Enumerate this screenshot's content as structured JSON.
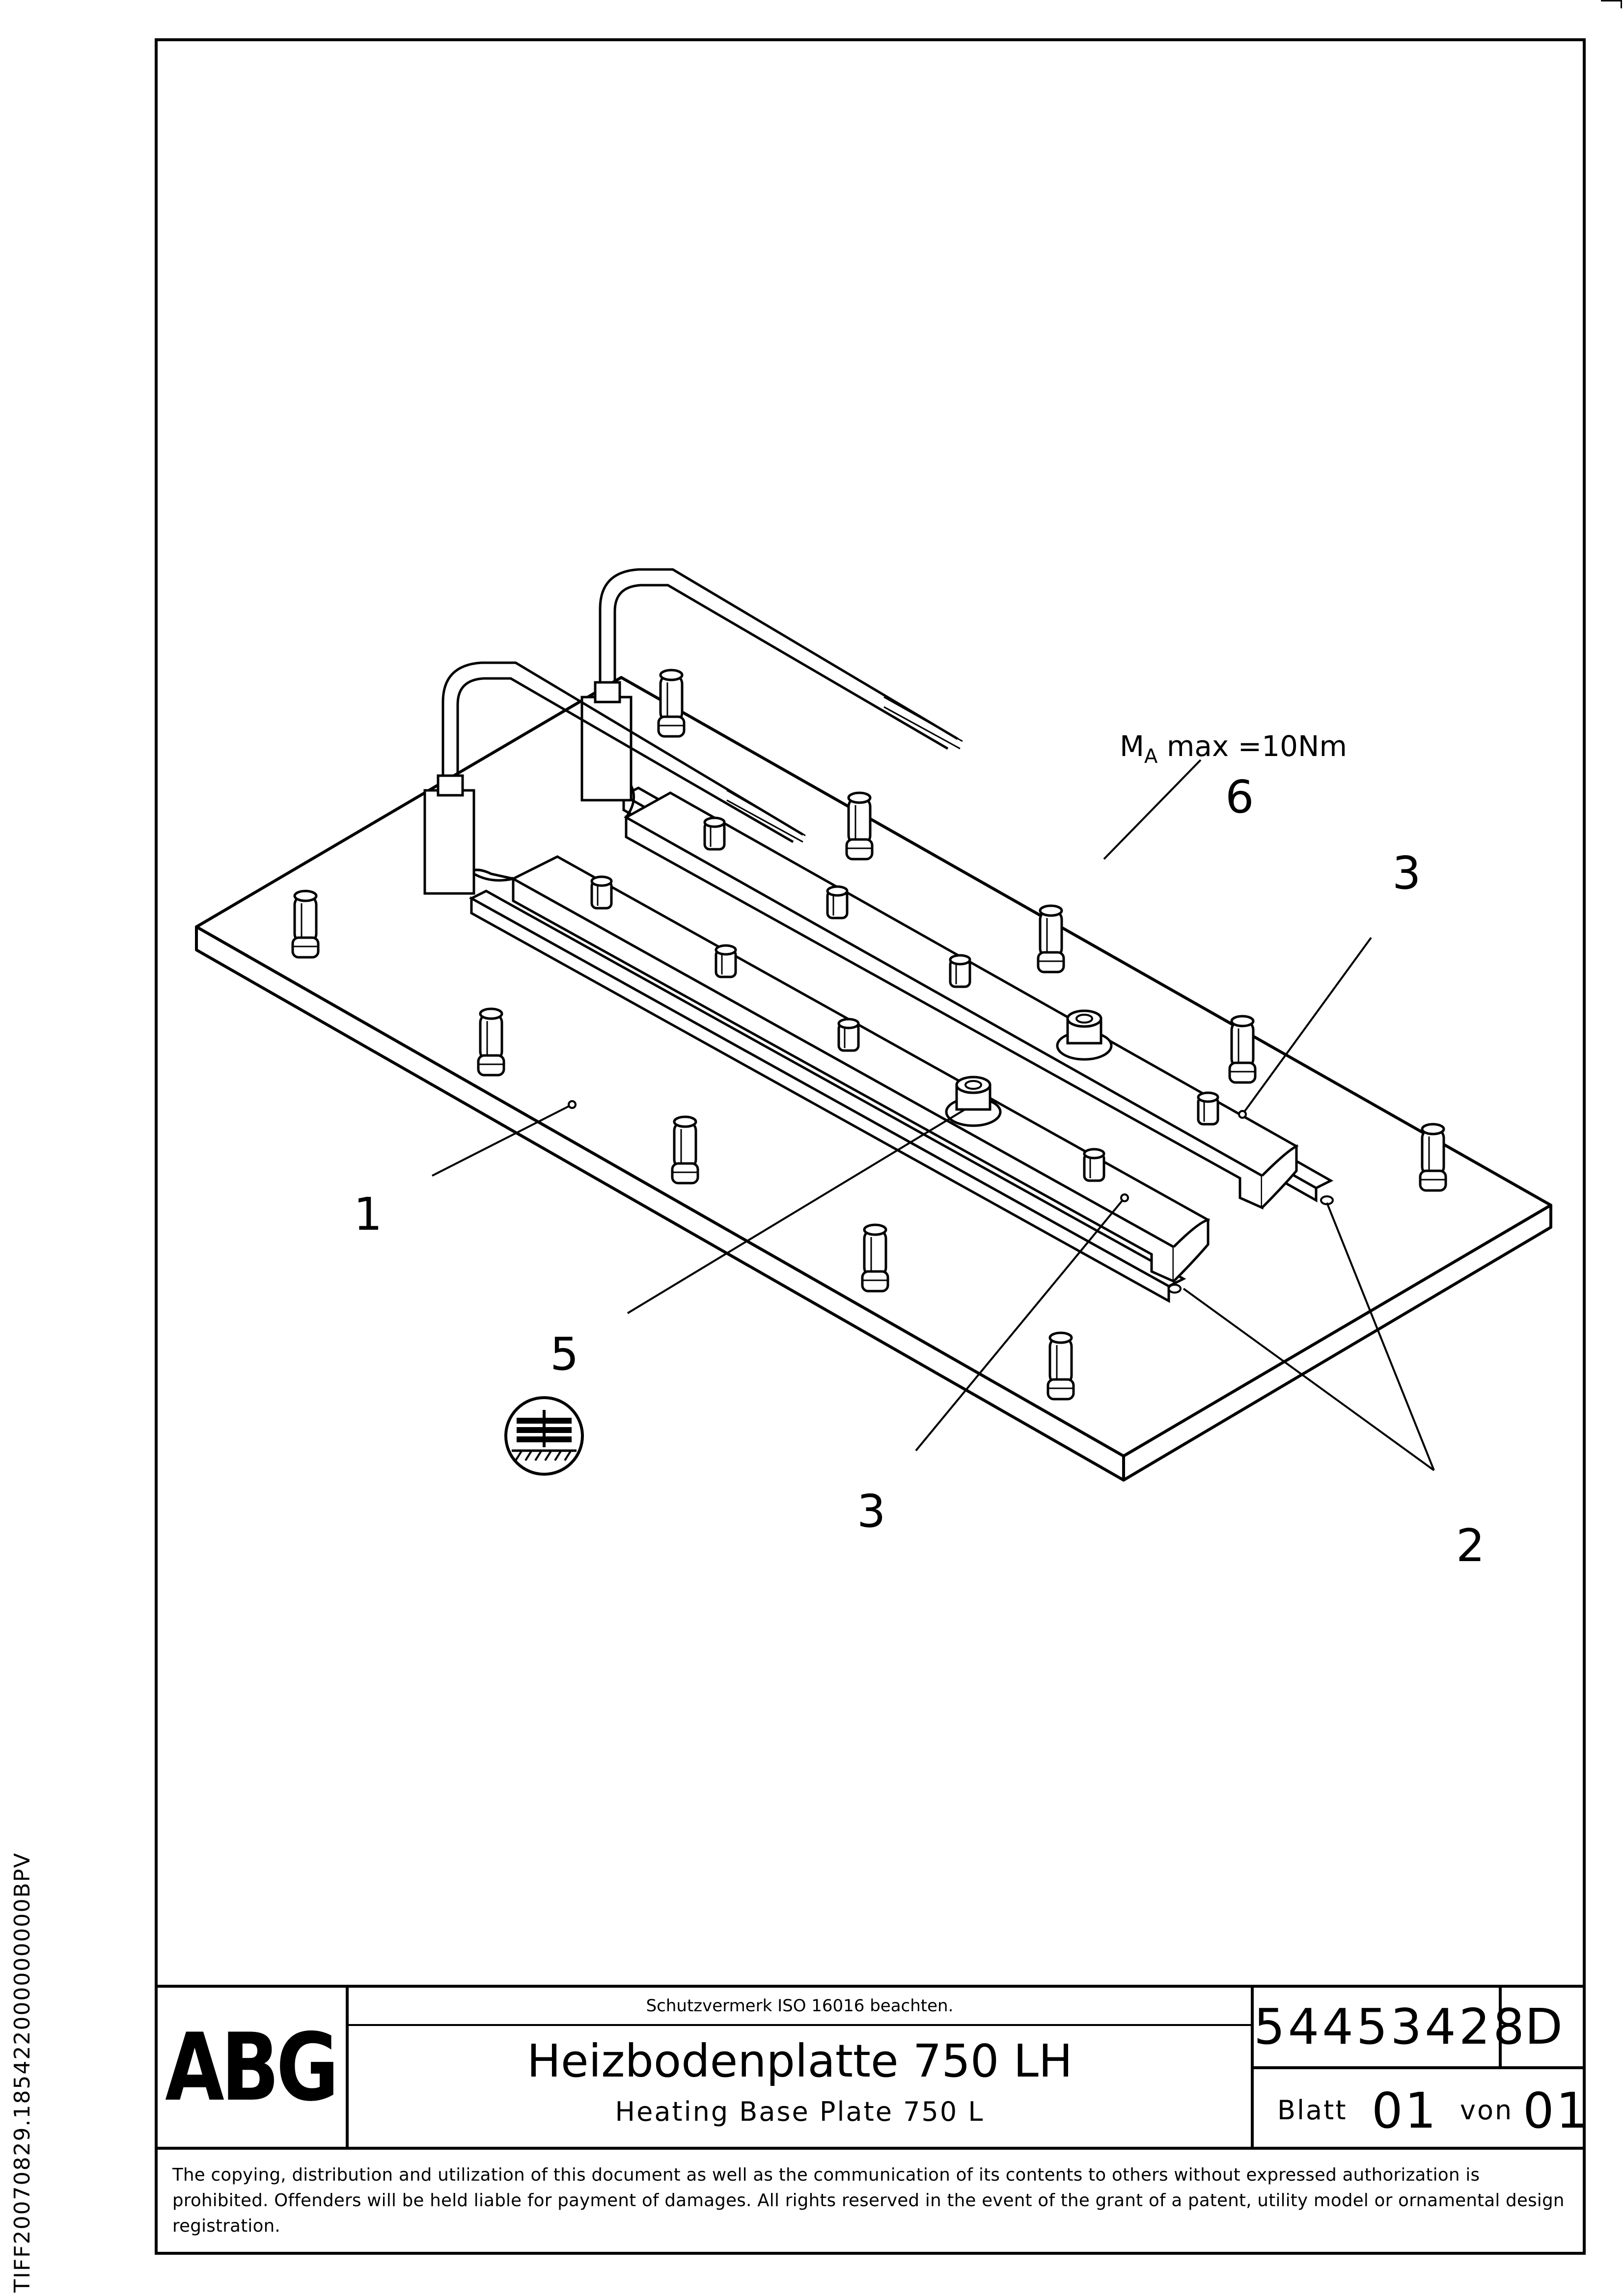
{
  "side_identifier": "TIFF20070829.185422000000000BPV",
  "annotation": {
    "torque_label_main": "M",
    "torque_label_sub": "A",
    "torque_label_rest": " max =10Nm"
  },
  "callouts": [
    "1",
    "2",
    "3",
    "3",
    "5",
    "6"
  ],
  "icons": {
    "material_symbol": "stacked-plates-symbol-icon"
  },
  "title_block": {
    "logo": "ABG",
    "notice": "Schutzvermerk ISO 16016 beachten.",
    "title_de": "Heizbodenplatte 750 LH",
    "title_en": "Heating Base Plate 750 L",
    "document_number": "54453428",
    "revision": "D",
    "sheet_label": "Blatt",
    "sheet_number": "01",
    "of_label": "von",
    "sheet_total": "01"
  },
  "copyright_text": "The copying, distribution and utilization of this document as well as the communication of its contents to others without expressed authorization is prohibited. Offenders will be held liable for payment of damages. All rights reserved in the event of the grant of a patent, utility model or ornamental design registration."
}
